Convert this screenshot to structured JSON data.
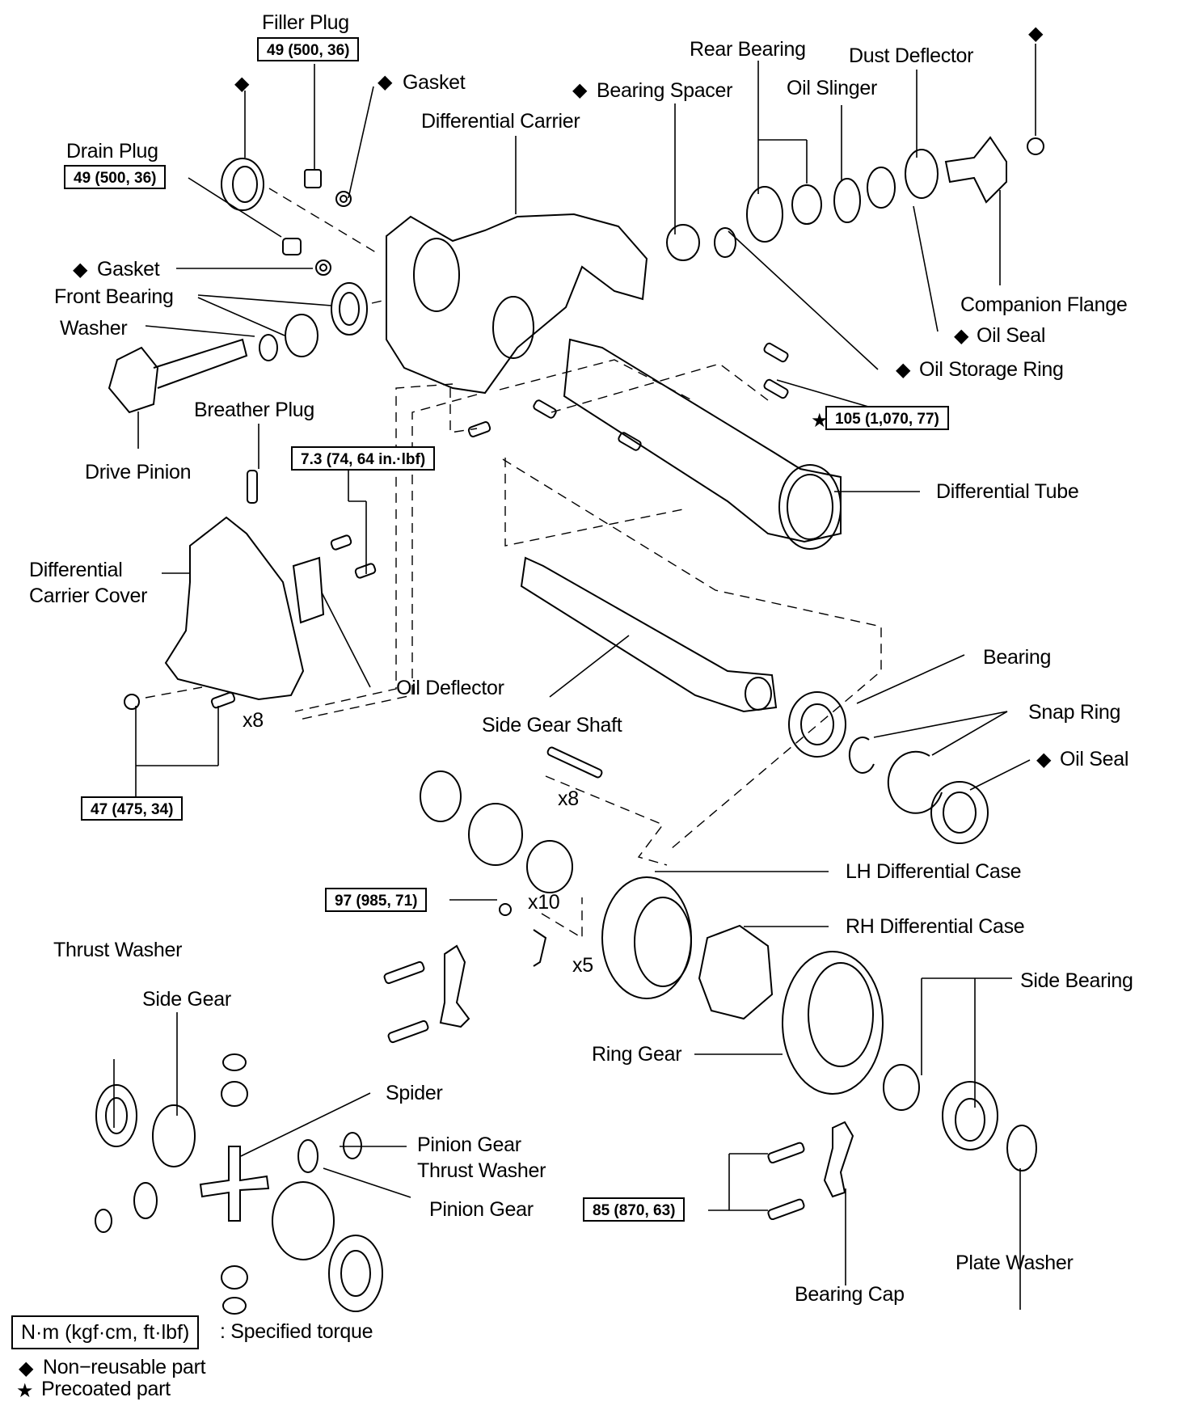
{
  "diagram": {
    "title_implied": "",
    "labels": {
      "filler_plug": "Filler Plug",
      "gasket_top": "Gasket",
      "differential_carrier": "Differential Carrier",
      "bearing_spacer": "Bearing Spacer",
      "rear_bearing": "Rear Bearing",
      "oil_slinger": "Oil Slinger",
      "dust_deflector": "Dust Deflector",
      "drain_plug": "Drain Plug",
      "gasket_mid": "Gasket",
      "front_bearing": "Front Bearing",
      "washer": "Washer",
      "companion_flange": "Companion Flange",
      "oil_seal_top": "Oil Seal",
      "oil_storage_ring": "Oil Storage Ring",
      "breather_plug": "Breather Plug",
      "drive_pinion": "Drive Pinion",
      "differential_tube": "Differential Tube",
      "differential_carrier_cover_1": "Differential",
      "differential_carrier_cover_2": "Carrier Cover",
      "oil_deflector": "Oil Deflector",
      "side_gear_shaft": "Side Gear Shaft",
      "bearing": "Bearing",
      "snap_ring": "Snap Ring",
      "oil_seal_mid": "Oil Seal",
      "lh_differential_case": "LH Differential Case",
      "rh_differential_case": "RH Differential Case",
      "thrust_washer": "Thrust Washer",
      "side_gear": "Side Gear",
      "side_bearing": "Side Bearing",
      "ring_gear": "Ring Gear",
      "spider": "Spider",
      "pinion_gear_thrust_washer_1": "Pinion Gear",
      "pinion_gear_thrust_washer_2": "Thrust Washer",
      "pinion_gear": "Pinion Gear",
      "plate_washer": "Plate Washer",
      "bearing_cap": "Bearing Cap"
    },
    "torques": {
      "filler_plug": "49 (500, 36)",
      "drain_plug": "49 (500, 36)",
      "tube_bolts": "105 (1,070, 77)",
      "oil_deflector_bolts": "7.3 (74, 64 in.·lbf)",
      "cover_bolts": "47 (475, 34)",
      "case_bolts": "97 (985, 71)",
      "bearing_cap_bolts": "85 (870, 63)"
    },
    "quantities": {
      "cover_bolts": "x8",
      "case_bolts_long": "x8",
      "ring_gear_bolts": "x10",
      "lock_plates": "x5"
    },
    "symbols": {
      "non_reusable": "◆",
      "precoated": "★"
    },
    "legend": {
      "torque_unit": "N·m (kgf·cm, ft·lbf)",
      "torque_desc": ": Specified torque",
      "non_reusable": "Non−reusable part",
      "precoated": "Precoated part"
    }
  }
}
